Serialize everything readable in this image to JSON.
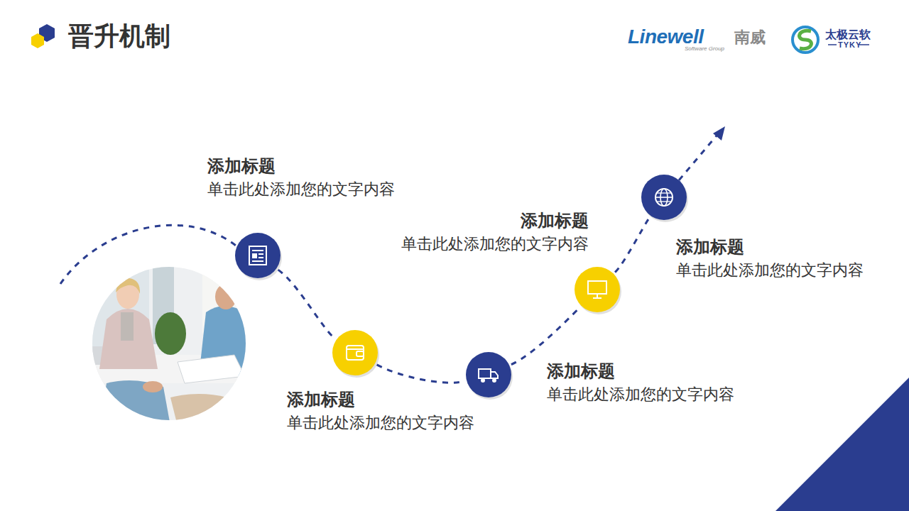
{
  "diagram": {
    "title": "晋升机制",
    "nodes": [
      {
        "text": [
          "添加标题",
          "单击此处添加您的文字内容"
        ]
      },
      {
        "text": [
          "添加标题",
          "单击此处添加您的文字内容"
        ]
      },
      {
        "text": [
          "添加标题",
          "单击此处添加您的文字内容"
        ]
      },
      {
        "text": [
          "添加标题",
          "单击此处添加您的文字内容"
        ]
      },
      {
        "text": [
          "添加标题",
          "单击此处添加您的文字内容"
        ]
      }
    ],
    "edges": [
      {
        "from": 0,
        "to": 1,
        "arrow": "none"
      },
      {
        "from": 1,
        "to": 2,
        "arrow": "none"
      },
      {
        "from": 2,
        "to": 3,
        "arrow": "none"
      },
      {
        "from": 3,
        "to": 4,
        "arrow": "none"
      }
    ],
    "labels": [
      "Linewell",
      "南威",
      "Software Group",
      "太极云软",
      "TYKY"
    ]
  }
}
